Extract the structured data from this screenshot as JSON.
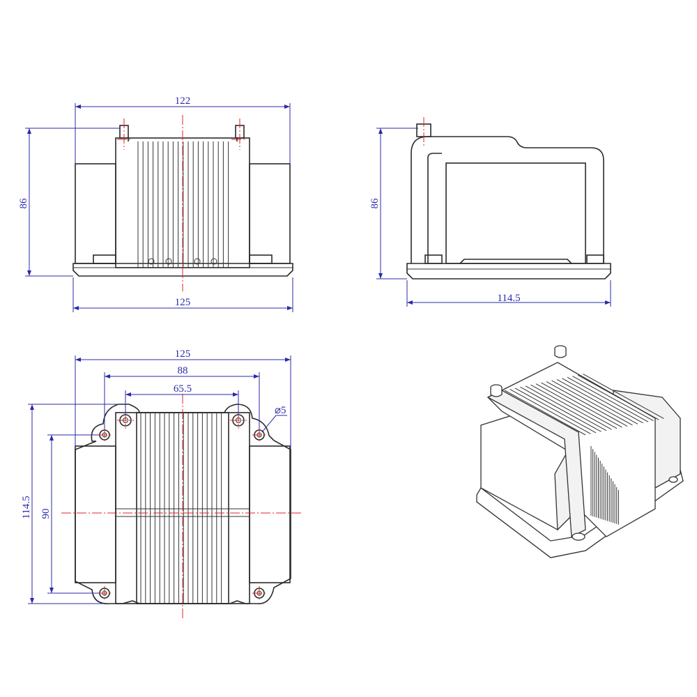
{
  "front_view": {
    "dim_top": "122",
    "dim_bottom": "125",
    "dim_height": "86"
  },
  "side_view": {
    "dim_height": "86",
    "dim_width": "114.5"
  },
  "top_view": {
    "dim_overall": "125",
    "dim_holes_outer": "88",
    "dim_holes_inner": "65.5",
    "dim_hole_dia": "⌀5",
    "dim_depth": "114.5",
    "dim_holes_vertical": "90"
  },
  "isometric_view": {}
}
